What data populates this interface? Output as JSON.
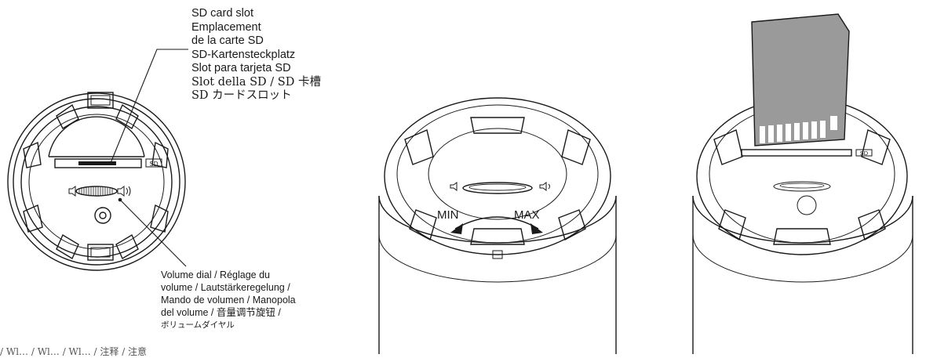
{
  "sd_slot_label": {
    "lines": [
      "SD card slot",
      "Emplacement",
      "de la carte SD",
      "SD-Kartensteckplatz",
      "Slot para tarjeta SD",
      "Slot della SD / SD 卡槽",
      "SD カードスロット"
    ]
  },
  "volume_dial_label": {
    "lines": [
      "Volume dial / Réglage du",
      "volume / Lautstärkeregelung /",
      "Mando de volumen / Manopola",
      "del volume / 音量调节旋钮 /",
      "ボリュームダイヤル"
    ]
  },
  "dial_range": {
    "min": "MIN",
    "max": "MAX"
  },
  "slot_marking": "SD",
  "bottom_clipped_text": "/ Wl… / Wl… / Wl… / 注释 / 注意"
}
